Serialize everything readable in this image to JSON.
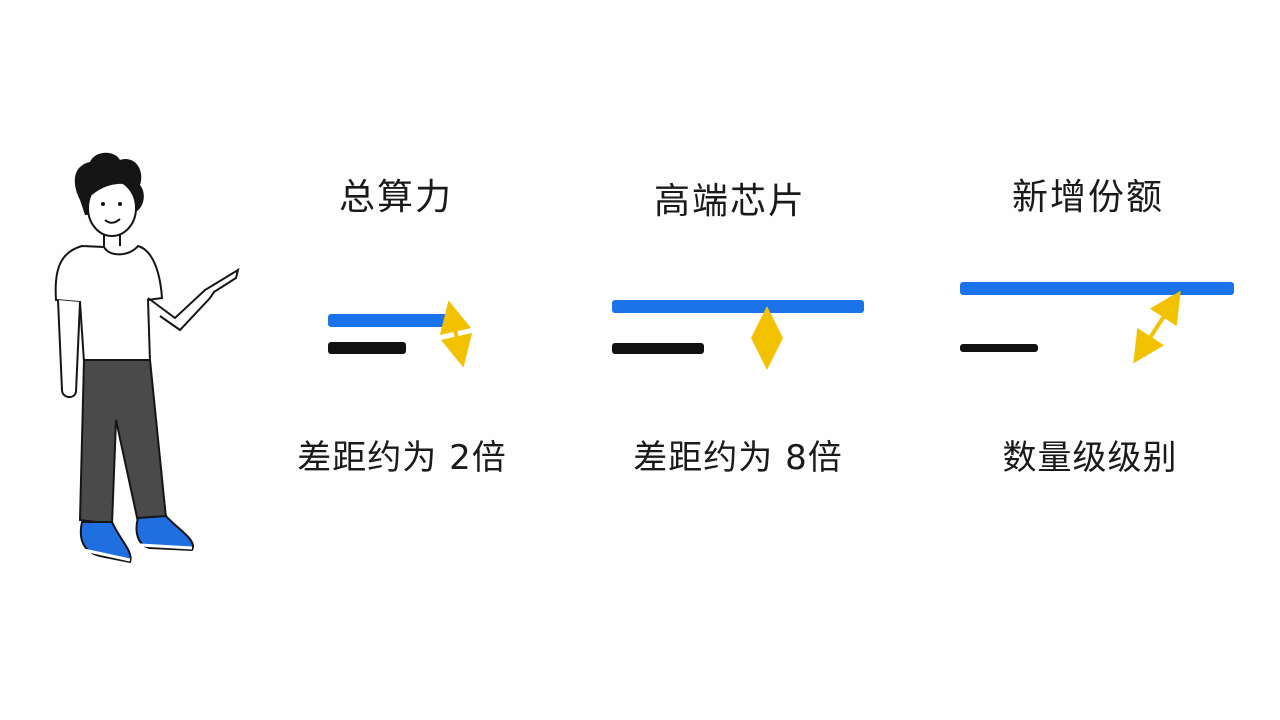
{
  "panels": [
    {
      "title": "总算力",
      "caption": "差距约为 2倍"
    },
    {
      "title": "高端芯片",
      "caption": "差距约为 8倍"
    },
    {
      "title": "新增份额",
      "caption": "数量级级别"
    }
  ],
  "colors": {
    "blue_bar": "#1a73e8",
    "black_bar": "#111111",
    "arrow": "#f2c200",
    "shoe": "#1f6fe0",
    "pants": "#4a4a4a"
  },
  "figure": {
    "icon": "pointing-person-icon"
  }
}
